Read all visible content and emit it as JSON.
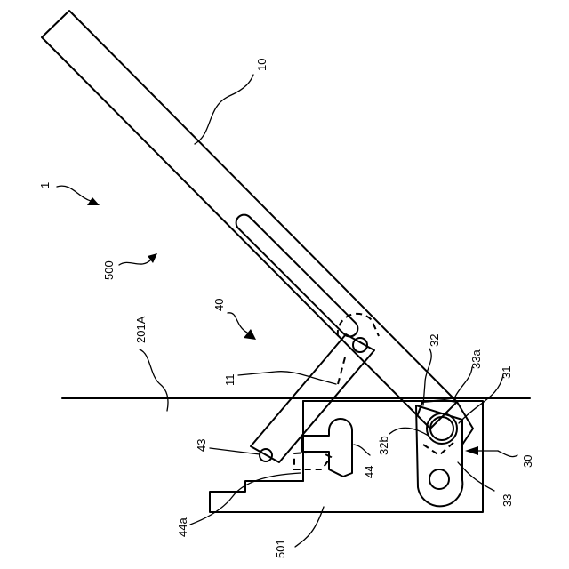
{
  "labels": {
    "arm": "10",
    "device": "1",
    "apparatus": "500",
    "mechanism": "40",
    "surface": "201A",
    "link": "11",
    "part32": "32",
    "part33a": "33a",
    "part31": "31",
    "part32b": "32b",
    "part30": "30",
    "part33": "33",
    "part43": "43",
    "part44": "44",
    "part44a": "44a",
    "part501": "501"
  }
}
